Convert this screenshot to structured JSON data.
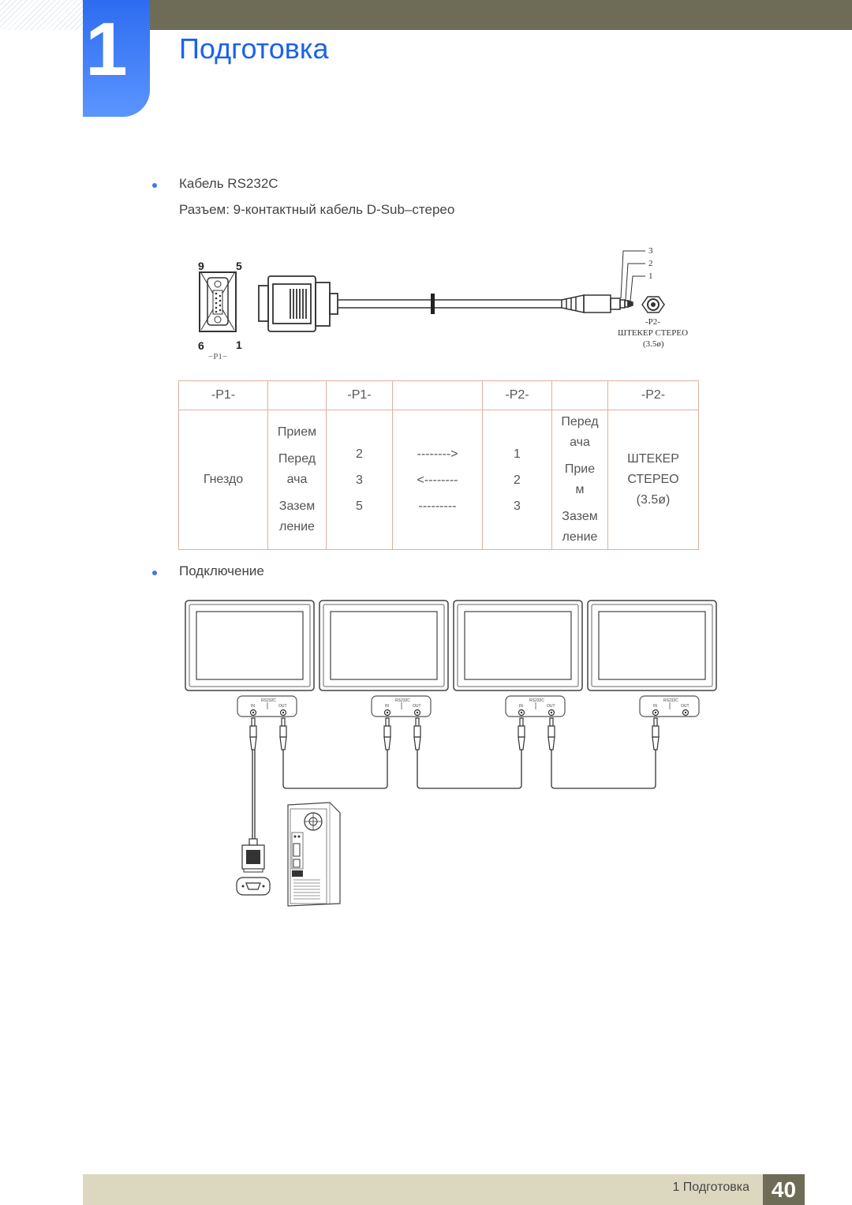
{
  "header": {
    "chapter_number": "1",
    "chapter_title": "Подготовка"
  },
  "section_cable": {
    "bullet_label": "Кабель RS232C",
    "connector_desc": "Разъем: 9-контактный кабель D-Sub–стерео"
  },
  "cable_figure": {
    "db9_pin_9": "9",
    "db9_pin_5": "5",
    "db9_pin_6": "6",
    "db9_pin_1": "1",
    "p1_label": "−P1−",
    "jack_pin_3": "3",
    "jack_pin_2": "2",
    "jack_pin_1": "1",
    "p2_label": "-P2-",
    "stereo_label": "ШТЕКЕР СТЕРЕО",
    "stereo_size": "(3.5ø)"
  },
  "pin_table": {
    "headers": [
      "-P1-",
      "",
      "-P1-",
      "",
      "-P2-",
      "",
      "-P2-"
    ],
    "col1": "Гнездо",
    "col2": [
      "Прием",
      "Перед",
      "ача",
      "Зазем",
      "ление"
    ],
    "col3": [
      "2",
      "3",
      "5"
    ],
    "col4": [
      "-------->",
      "<--------",
      "---------"
    ],
    "col5": [
      "1",
      "2",
      "3"
    ],
    "col6": [
      "Перед",
      "ача",
      "Прие",
      "м",
      "Зазем",
      "ление"
    ],
    "col7": [
      "ШТЕКЕР",
      "СТЕРЕО",
      "(3.5ø)"
    ]
  },
  "section_connection": {
    "bullet_label": "Подключение"
  },
  "connection_diagram": {
    "port_label": "RS232C",
    "in_label": "IN",
    "out_label": "OUT"
  },
  "footer": {
    "chapter_ref": "1 Подготовка",
    "page_number": "40"
  }
}
